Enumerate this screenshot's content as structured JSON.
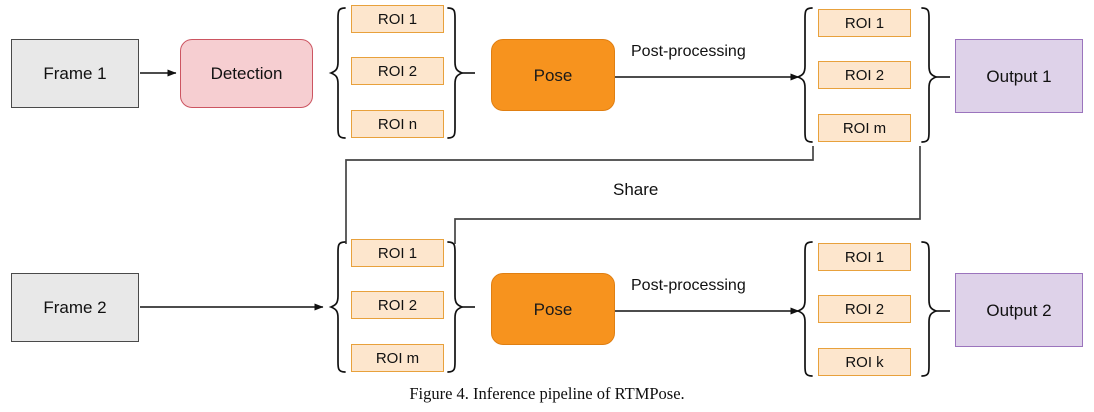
{
  "figure": {
    "caption": "Figure 4. Inference pipeline of RTMPose.",
    "colors": {
      "frame_fill": "#e8e8e8",
      "frame_border": "#4a4a4a",
      "detection_fill": "#f6ced1",
      "detection_border": "#cc5561",
      "pose_fill": "#f7931e",
      "pose_border": "#e07f12",
      "roi_fill": "#fde6cd",
      "roi_border": "#e8a13c",
      "output_fill": "#ded2e9",
      "output_border": "#9b74bd",
      "line": "#1a1a1a"
    }
  },
  "rows": {
    "top": {
      "frame_label": "Frame 1",
      "detection_label": "Detection",
      "pose_label": "Pose",
      "post_processing_label": "Post-processing",
      "output_label": "Output 1",
      "input_rois": [
        "ROI 1",
        "ROI 2",
        "ROI n"
      ],
      "output_rois": [
        "ROI 1",
        "ROI 2",
        "ROI m"
      ]
    },
    "bottom": {
      "frame_label": "Frame 2",
      "pose_label": "Pose",
      "post_processing_label": "Post-processing",
      "output_label": "Output 2",
      "input_rois": [
        "ROI 1",
        "ROI 2",
        "ROI m"
      ],
      "output_rois": [
        "ROI 1",
        "ROI 2",
        "ROI k"
      ]
    }
  },
  "share": {
    "label": "Share"
  }
}
